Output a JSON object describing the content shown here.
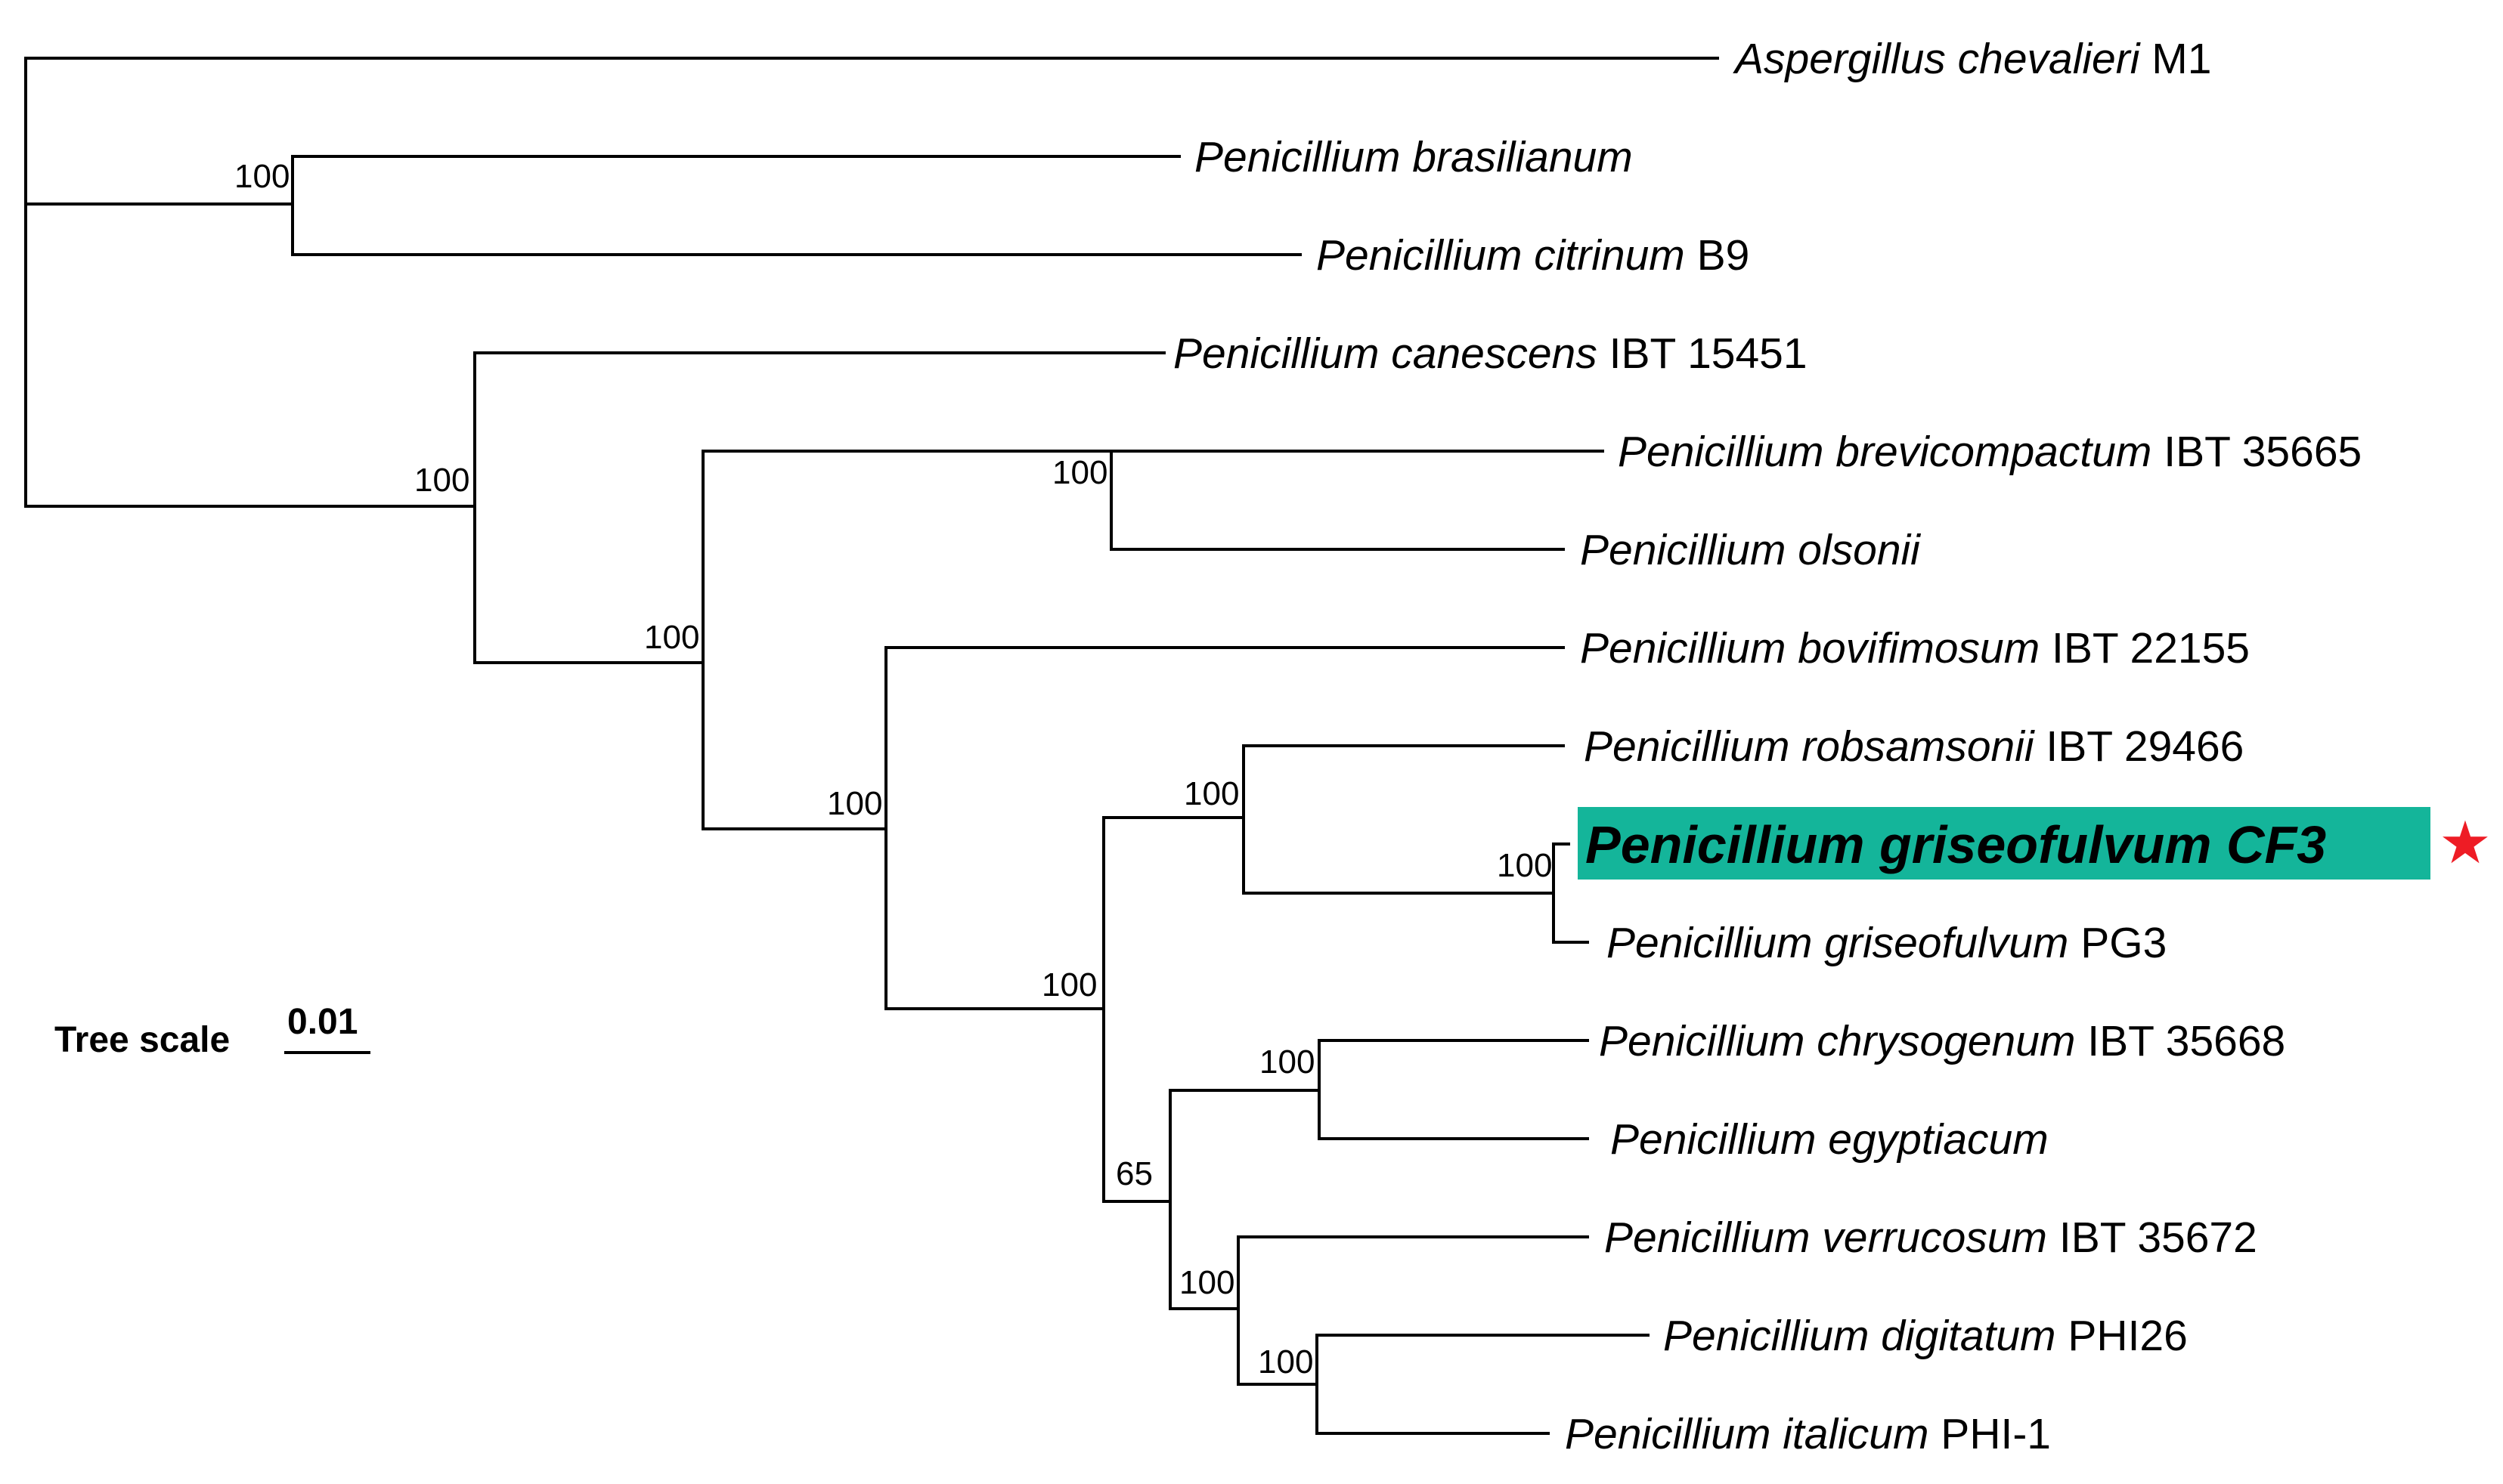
{
  "tree": {
    "highlight_color": "#14b59a",
    "star_color": "#ee1c25",
    "star_icon": "red-star-icon",
    "taxa": [
      {
        "genus_species": "Aspergillus chevalieri",
        "strain": "M1"
      },
      {
        "genus_species": "Penicillium brasilianum",
        "strain": ""
      },
      {
        "genus_species": "Penicillium citrinum",
        "strain": "B9"
      },
      {
        "genus_species": "Penicillium canescens",
        "strain": "IBT 15451"
      },
      {
        "genus_species": "Penicillium brevicompactum",
        "strain": "IBT 35665"
      },
      {
        "genus_species": "Penicillium olsonii",
        "strain": ""
      },
      {
        "genus_species": "Penicillium bovifimosum",
        "strain": "IBT 22155"
      },
      {
        "genus_species": "Penicillium robsamsonii",
        "strain": "IBT 29466"
      },
      {
        "genus_species": "Penicillium griseofulvum",
        "strain": "CF3",
        "highlighted": true,
        "starred": true
      },
      {
        "genus_species": "Penicillium griseofulvum",
        "strain": "PG3"
      },
      {
        "genus_species": "Penicillium chrysogenum",
        "strain": "IBT 35668"
      },
      {
        "genus_species": "Penicillium egyptiacum",
        "strain": ""
      },
      {
        "genus_species": "Penicillium verrucosum",
        "strain": "IBT 35672"
      },
      {
        "genus_species": "Penicillium digitatum",
        "strain": "PHI26"
      },
      {
        "genus_species": "Penicillium italicum",
        "strain": "PHI-1"
      }
    ],
    "bootstrap_values": [
      "100",
      "100",
      "100",
      "100",
      "100",
      "100",
      "100",
      "100",
      "65",
      "100",
      "100"
    ]
  },
  "scale_bar": {
    "title": "Tree scale",
    "value": "0.01"
  }
}
